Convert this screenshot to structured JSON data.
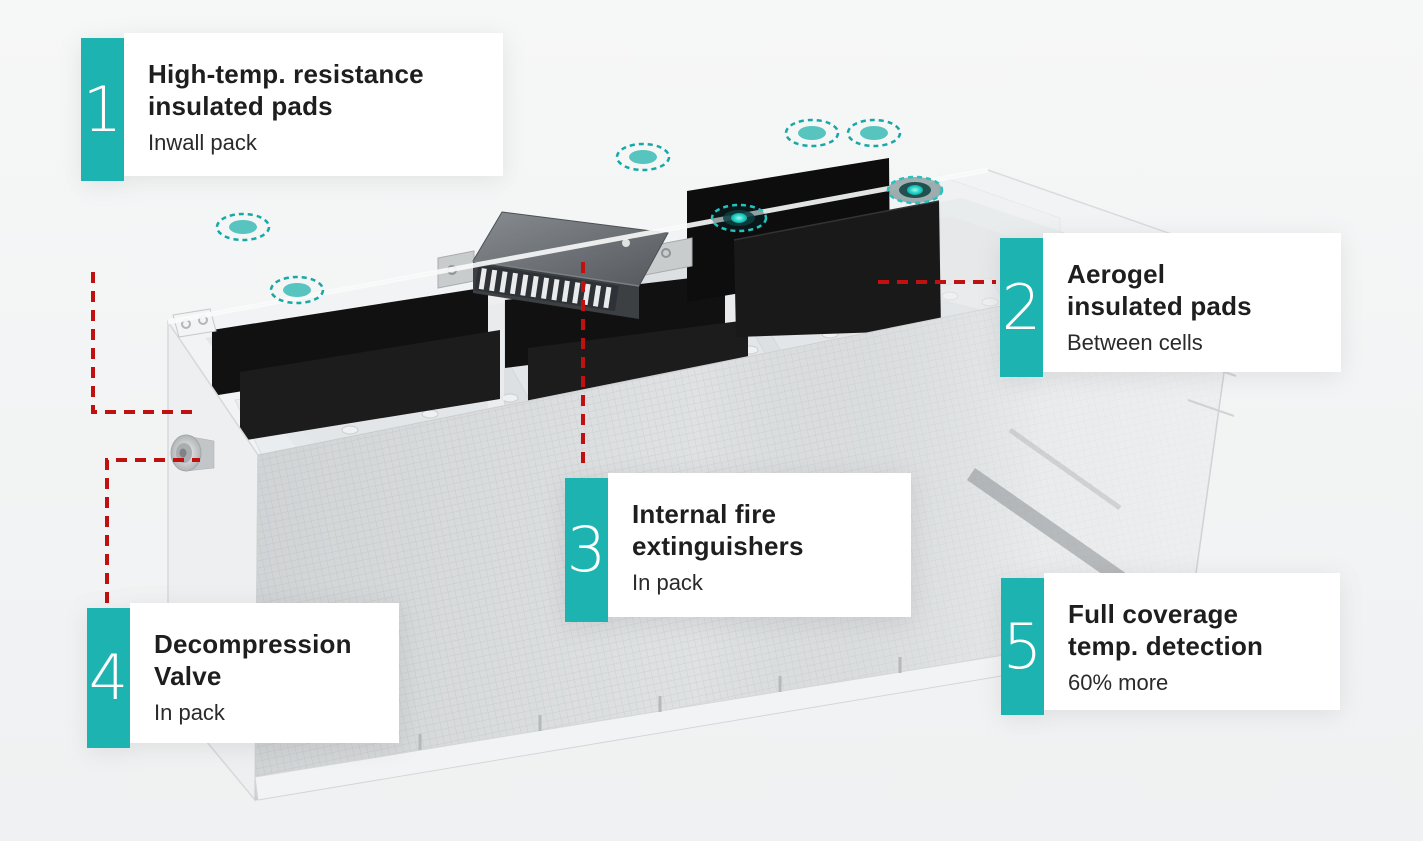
{
  "callouts": [
    {
      "number": "1",
      "title_lines": [
        "High-temp. resistance",
        "insulated pads"
      ],
      "subtitle": "Inwall pack"
    },
    {
      "number": "2",
      "title_lines": [
        "Aerogel",
        "insulated pads"
      ],
      "subtitle": "Between cells"
    },
    {
      "number": "3",
      "title_lines": [
        "Internal fire",
        "extinguishers"
      ],
      "subtitle": "In pack"
    },
    {
      "number": "4",
      "title_lines": [
        "Decompression",
        "Valve"
      ],
      "subtitle": "In pack"
    },
    {
      "number": "5",
      "title_lines": [
        "Full coverage",
        "temp. detection"
      ],
      "subtitle": "60% more"
    }
  ],
  "colors": {
    "accent_teal": "#1cb3b0",
    "marker_teal_stroke": "#16a8a6",
    "marker_teal_fill": "#57c4c0",
    "leader_line_red": "#c01010",
    "card_background": "#ffffff",
    "title_text": "#1e1e1e",
    "subtitle_text": "#2a2a2a",
    "background": "#f1f2f3"
  },
  "icons": {
    "sensor_marker": "teal-dashed-ellipse-with-solid-dot",
    "glowing_sensor_marker": "teal-dashed-ellipse-with-glowing-dot",
    "sensor_marker_count": "5",
    "glowing_sensor_marker_count": "2"
  }
}
